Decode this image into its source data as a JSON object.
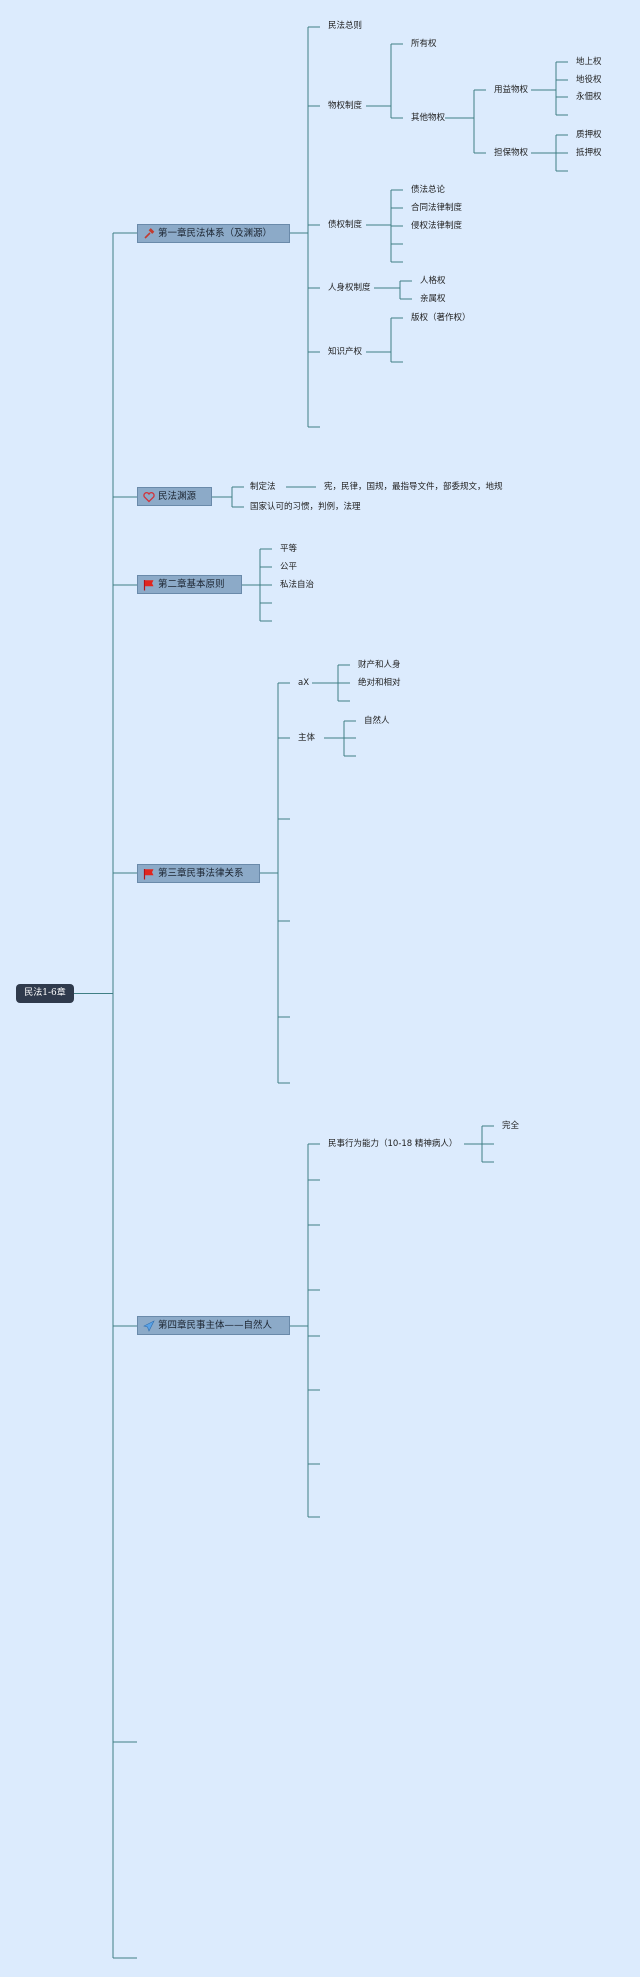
{
  "root": {
    "label": "民法1-6章"
  },
  "chapters": [
    {
      "label": "第一章民法体系（及渊源）",
      "icon": "hammer-icon"
    },
    {
      "label": "民法渊源",
      "icon": "heart-icon"
    },
    {
      "label": "第二章基本原则",
      "icon": "red-flag-icon"
    },
    {
      "label": "第三章民事法律关系",
      "icon": "red-flag-icon"
    },
    {
      "label": "第四章民事主体——自然人",
      "icon": "paper-plane-icon"
    }
  ],
  "ch1": {
    "minfa_zongze": "民法总则",
    "wuquan": "物权制度",
    "suoyouquan": "所有权",
    "qita": "其他物权",
    "yongyi": "用益物权",
    "yongyi_items": [
      "地上权",
      "地役权",
      "永佃权"
    ],
    "danbao": "担保物权",
    "danbao_items": [
      "质押权",
      "抵押权"
    ],
    "zhaiquan": "债权制度",
    "zhaiquan_items": [
      "债法总论",
      "合同法律制度",
      "侵权法律制度"
    ],
    "renshen": "人身权制度",
    "renshen_items": [
      "人格权",
      "亲属权"
    ],
    "zhishi": "知识产权",
    "zhishi_items": [
      "版权（著作权）"
    ]
  },
  "yuanyuan": {
    "zhiding": "制定法",
    "zhiding_detail": "宪，民律，国规，最指导文件，部委规文，地规",
    "xiguan": "国家认可的习惯，判例，法理"
  },
  "ch2": {
    "items": [
      "平等",
      "公平",
      "私法自治"
    ]
  },
  "ch3": {
    "ax": "aX",
    "ax_items": [
      "财产和人身",
      "绝对和相对"
    ],
    "zhuti": "主体",
    "zhuti_items": [
      "自然人"
    ]
  },
  "ch4": {
    "nengli": "民事行为能力（10-18 精神病人）",
    "nengli_items": [
      "完全"
    ]
  },
  "colors": {
    "background": "#dcebfd",
    "line": "#3f7f85",
    "root_fill": "#2f3a4c",
    "chapter_fill": "#8caac8"
  }
}
